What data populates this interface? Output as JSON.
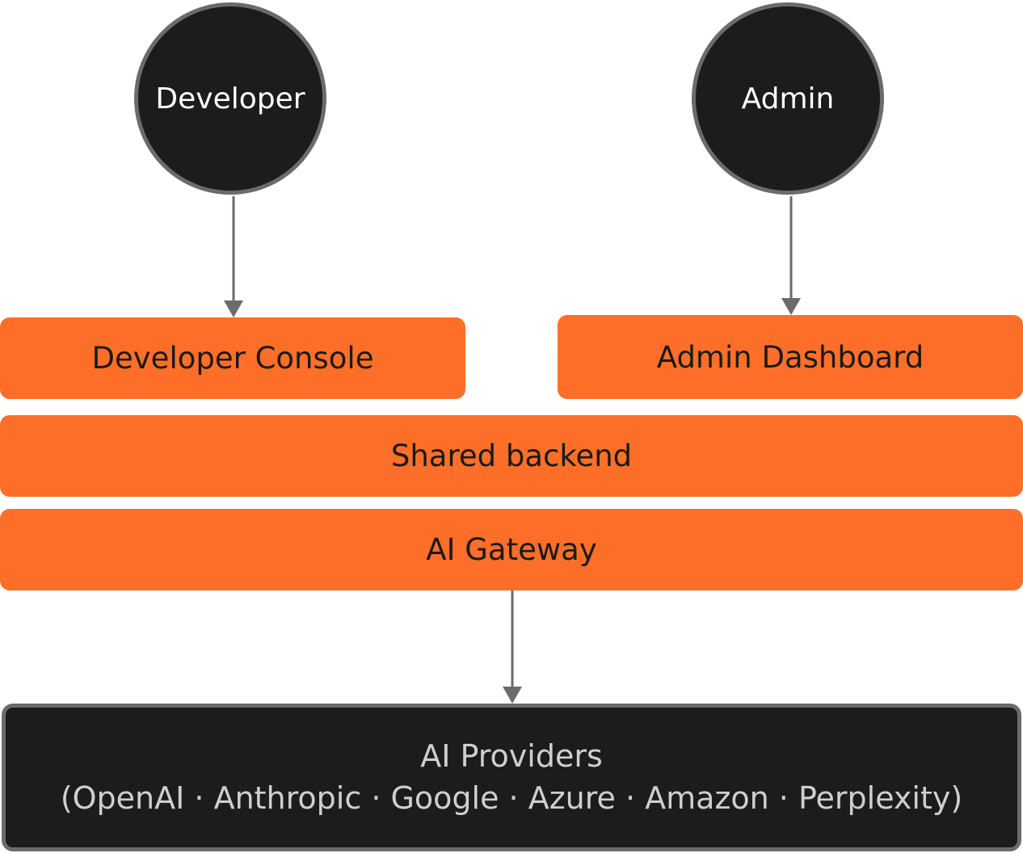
{
  "actors": {
    "developer": "Developer",
    "admin": "Admin"
  },
  "components": {
    "developer_console": "Developer Console",
    "admin_dashboard": "Admin Dashboard",
    "shared_backend": "Shared backend",
    "ai_gateway": "AI Gateway"
  },
  "providers": {
    "title": "AI Providers",
    "list": "(OpenAI · Anthropic · Google · Azure · Amazon · Perplexity)"
  },
  "colors": {
    "component_fill": "#fd6f28",
    "actor_fill": "#1c1c1c",
    "border": "#6b6b6b",
    "arrow": "#6b6b6b"
  }
}
